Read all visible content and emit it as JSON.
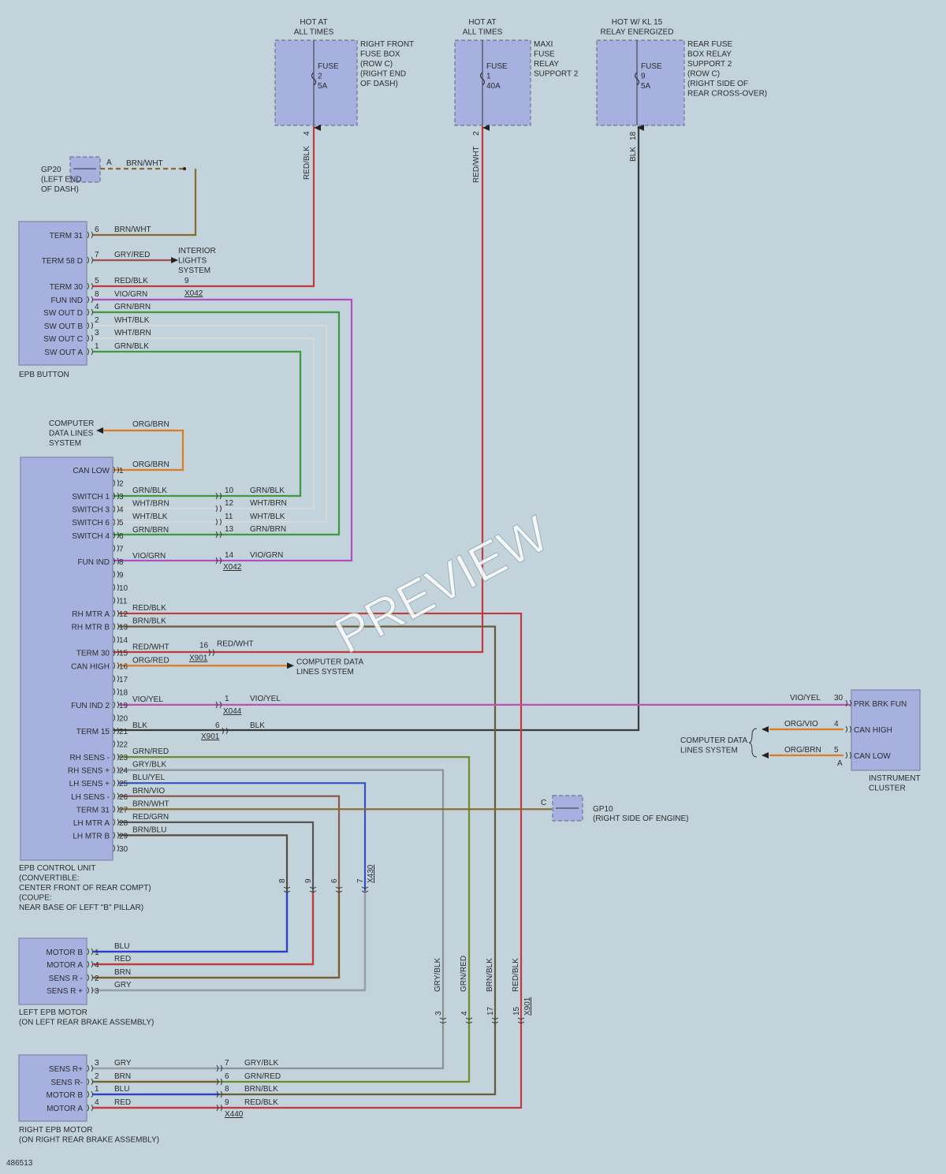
{
  "diagram_id": "486513",
  "watermark": "PREVIEW",
  "colors": {
    "background": "#c2d3dc",
    "component": "#a6b1df",
    "RED/BLK": "#c23a3a",
    "RED/WHT": "#c23a3a",
    "RED": "#c23a3a",
    "GRN/BLK": "#3d9a3d",
    "GRN/BRN": "#3d9a3d",
    "GRN/RED": "#6f8a2f",
    "WHT/BLK": "#d8d8d8",
    "WHT/BRN": "#d8d8d8",
    "GRY": "#9ca0a2",
    "GRY/BLK": "#8d9295",
    "VIO/GRN": "#b24fc0",
    "VIO/YEL": "#c050b0",
    "ORG/BRN": "#e07a20",
    "ORG/RED": "#e07a20",
    "ORG/VIO": "#e07a20",
    "BRN/WHT": "#8a6a2a",
    "BRN/BLK": "#6a5a3a",
    "BRN/VIO": "#8a5a4a",
    "BRN/BLU": "#5a4a3a",
    "BRN": "#7a5e30",
    "BLU/YEL": "#3550c0",
    "BLU": "#2b3fd0",
    "BLK": "#3a3a3a",
    "GRY/RED": "#a05050"
  },
  "fuses": [
    {
      "header": [
        "HOT AT",
        "ALL TIMES"
      ],
      "fuse": [
        "FUSE",
        "2",
        "5A"
      ],
      "location": [
        "RIGHT FRONT",
        "FUSE BOX",
        "(ROW C)",
        "(RIGHT END",
        "OF DASH)"
      ],
      "pin": "4",
      "wire": "RED/BLK"
    },
    {
      "header": [
        "HOT AT",
        "ALL TIMES"
      ],
      "fuse": [
        "FUSE",
        "1",
        "40A"
      ],
      "location": [
        "MAXI",
        "FUSE",
        "RELAY",
        "SUPPORT 2"
      ],
      "pin": "2",
      "wire": "RED/WHT"
    },
    {
      "header": [
        "HOT W/ KL 15",
        "RELAY ENERGIZED"
      ],
      "fuse": [
        "FUSE",
        "9",
        "5A"
      ],
      "location": [
        "REAR FUSE",
        "BOX RELAY",
        "SUPPORT 2",
        "(ROW C)",
        "(RIGHT SIDE OF",
        "REAR CROSS-OVER)"
      ],
      "pin": "18",
      "wire": "BLK"
    }
  ],
  "gp20": {
    "name": "GP20",
    "location": [
      "(LEFT END",
      "OF DASH)"
    ],
    "pin": "A",
    "wire": "BRN/WHT"
  },
  "gp10": {
    "name": "GP10",
    "location": "(RIGHT SIDE OF ENGINE)",
    "pin": "C"
  },
  "epb_button": {
    "name": "EPB BUTTON",
    "pins": [
      {
        "label": "TERM 31",
        "pin": "6",
        "wire": "BRN/WHT"
      },
      {
        "label": "TERM 58 D",
        "pin": "7",
        "wire": "GRY/RED"
      },
      {
        "label": "TERM 30",
        "pin": "5",
        "wire": "RED/BLK"
      },
      {
        "label": "FUN IND",
        "pin": "8",
        "wire": "VIO/GRN"
      },
      {
        "label": "SW OUT D",
        "pin": "4",
        "wire": "GRN/BRN"
      },
      {
        "label": "SW OUT B",
        "pin": "2",
        "wire": "WHT/BLK"
      },
      {
        "label": "SW OUT C",
        "pin": "3",
        "wire": "WHT/BRN"
      },
      {
        "label": "SW OUT A",
        "pin": "1",
        "wire": "GRN/BLK"
      }
    ],
    "x042_pin": "9",
    "connector": "X042"
  },
  "interior_lights": [
    "INTERIOR",
    "LIGHTS",
    "SYSTEM"
  ],
  "computer_data_top": [
    "COMPUTER",
    "DATA LINES",
    "SYSTEM"
  ],
  "computer_data_top_wire": "ORG/BRN",
  "computer_data_mid": [
    "COMPUTER DATA",
    "LINES SYSTEM"
  ],
  "computer_data_right": [
    "COMPUTER DATA",
    "LINES SYSTEM"
  ],
  "control_unit": {
    "name": [
      "EPB CONTROL UNIT",
      "(CONVERTIBLE:",
      "CENTER FRONT OF REAR COMPT)",
      "(COUPE:",
      "NEAR BASE OF LEFT \"B\" PILLAR)"
    ],
    "pins": [
      {
        "pin": "1",
        "label": "CAN LOW",
        "wire": "ORG/BRN"
      },
      {
        "pin": "2",
        "label": "",
        "wire": ""
      },
      {
        "pin": "3",
        "label": "SWITCH 1",
        "wire": "GRN/BLK"
      },
      {
        "pin": "4",
        "label": "SWITCH 3",
        "wire": "WHT/BRN"
      },
      {
        "pin": "5",
        "label": "SWITCH 6",
        "wire": "WHT/BLK"
      },
      {
        "pin": "6",
        "label": "SWITCH 4",
        "wire": "GRN/BRN"
      },
      {
        "pin": "7",
        "label": "",
        "wire": ""
      },
      {
        "pin": "8",
        "label": "FUN IND",
        "wire": "VIO/GRN"
      },
      {
        "pin": "9",
        "label": "",
        "wire": ""
      },
      {
        "pin": "10",
        "label": "",
        "wire": ""
      },
      {
        "pin": "11",
        "label": "",
        "wire": ""
      },
      {
        "pin": "12",
        "label": "RH MTR A",
        "wire": "RED/BLK"
      },
      {
        "pin": "13",
        "label": "RH MTR B",
        "wire": "BRN/BLK"
      },
      {
        "pin": "14",
        "label": "",
        "wire": ""
      },
      {
        "pin": "15",
        "label": "TERM 30",
        "wire": "RED/WHT"
      },
      {
        "pin": "16",
        "label": "CAN HIGH",
        "wire": "ORG/RED"
      },
      {
        "pin": "17",
        "label": "",
        "wire": ""
      },
      {
        "pin": "18",
        "label": "",
        "wire": ""
      },
      {
        "pin": "19",
        "label": "FUN IND 2",
        "wire": "VIO/YEL"
      },
      {
        "pin": "20",
        "label": "",
        "wire": ""
      },
      {
        "pin": "21",
        "label": "TERM 15",
        "wire": "BLK"
      },
      {
        "pin": "22",
        "label": "",
        "wire": ""
      },
      {
        "pin": "23",
        "label": "RH SENS -",
        "wire": "GRN/RED"
      },
      {
        "pin": "24",
        "label": "RH SENS +",
        "wire": "GRY/BLK"
      },
      {
        "pin": "25",
        "label": "LH SENS +",
        "wire": "BLU/YEL"
      },
      {
        "pin": "26",
        "label": "LH SENS -",
        "wire": "BRN/VIO"
      },
      {
        "pin": "27",
        "label": "TERM 31",
        "wire": "BRN/WHT"
      },
      {
        "pin": "28",
        "label": "LH MTR A",
        "wire": "RED/GRN"
      },
      {
        "pin": "29",
        "label": "LH MTR B",
        "wire": "BRN/BLU"
      },
      {
        "pin": "30",
        "label": "",
        "wire": ""
      }
    ],
    "x042_links": [
      {
        "pin": "10",
        "wire": "GRN/BLK"
      },
      {
        "pin": "12",
        "wire": "WHT/BRN"
      },
      {
        "pin": "11",
        "wire": "WHT/BLK"
      },
      {
        "pin": "13",
        "wire": "GRN/BRN"
      },
      {
        "pin": "14",
        "wire": "VIO/GRN"
      }
    ],
    "x901_term30": {
      "pin": "16",
      "wire": "RED/WHT",
      "connector": "X901"
    },
    "x044_fun": {
      "pin": "1",
      "wire": "VIO/YEL",
      "connector": "X044"
    },
    "x901_term15": {
      "pin": "6",
      "wire": "BLK",
      "connector": "X901"
    }
  },
  "instrument_cluster": {
    "name": [
      "INSTRUMENT",
      "CLUSTER"
    ],
    "pins": [
      {
        "pin": "30",
        "label": "PRK BRK FUN",
        "wire": "VIO/YEL"
      },
      {
        "pin": "4",
        "label": "CAN HIGH",
        "wire": "ORG/VIO"
      },
      {
        "pin": "5",
        "label": "CAN LOW",
        "wire": "ORG/BRN"
      }
    ],
    "connector_letter": "A"
  },
  "x430": {
    "connector": "X430",
    "pins": [
      "8",
      "9",
      "6",
      "7"
    ]
  },
  "x901_bottom": {
    "connector": "X901",
    "pins": [
      "3",
      "4",
      "17",
      "15"
    ],
    "wires": [
      "GRY/BLK",
      "GRN/RED",
      "BRN/BLK",
      "RED/BLK"
    ]
  },
  "left_motor": {
    "name": [
      "LEFT EPB MOTOR",
      "(ON LEFT REAR BRAKE ASSEMBLY)"
    ],
    "pins": [
      {
        "label": "MOTOR B",
        "pin": "1",
        "wire": "BLU"
      },
      {
        "label": "MOTOR A",
        "pin": "4",
        "wire": "RED"
      },
      {
        "label": "SENS R -",
        "pin": "2",
        "wire": "BRN"
      },
      {
        "label": "SENS R +",
        "pin": "3",
        "wire": "GRY"
      }
    ]
  },
  "right_motor": {
    "name": [
      "RIGHT EPB MOTOR",
      "(ON RIGHT REAR BRAKE ASSEMBLY)"
    ],
    "pins": [
      {
        "label": "SENS R+",
        "pin": "3",
        "wire": "GRY",
        "x_pin": "7",
        "x_wire": "GRY/BLK"
      },
      {
        "label": "SENS R-",
        "pin": "2",
        "wire": "BRN",
        "x_pin": "6",
        "x_wire": "GRN/RED"
      },
      {
        "label": "MOTOR B",
        "pin": "1",
        "wire": "BLU",
        "x_pin": "8",
        "x_wire": "BRN/BLK"
      },
      {
        "label": "MOTOR A",
        "pin": "4",
        "wire": "RED",
        "x_pin": "9",
        "x_wire": "RED/BLK"
      }
    ],
    "connector": "X440"
  }
}
